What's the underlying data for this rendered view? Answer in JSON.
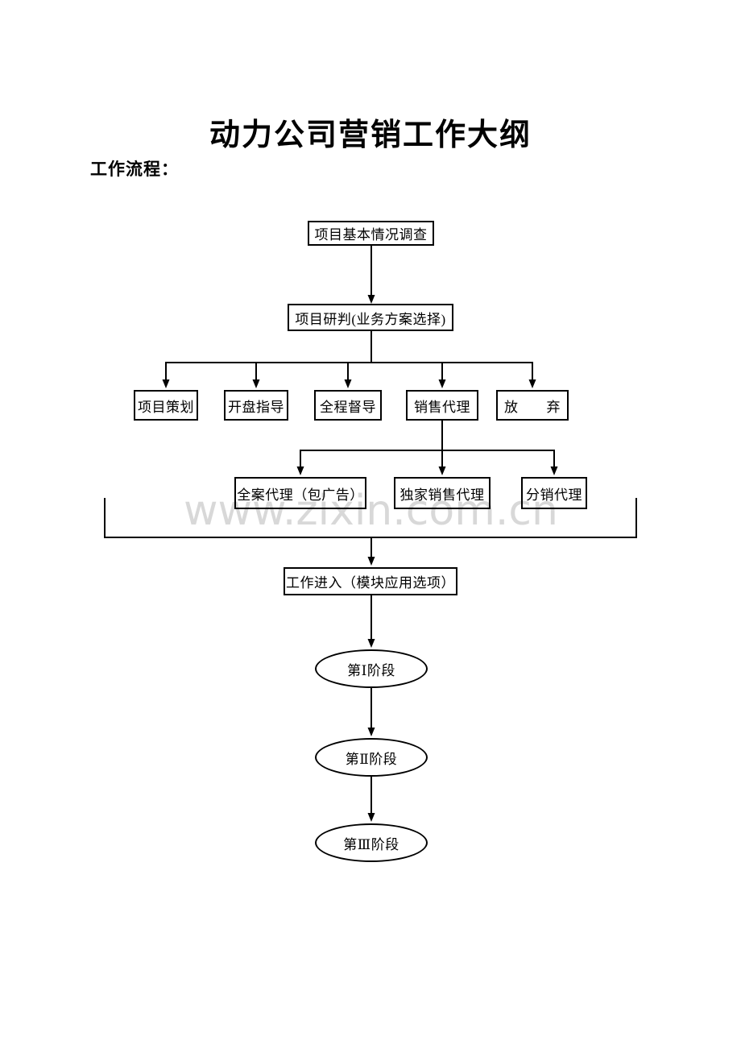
{
  "page": {
    "title": "动力公司营销工作大纲",
    "section_label": "工作流程："
  },
  "watermark": "www.zixin.com.cn",
  "flowchart": {
    "nodes": {
      "survey": "项目基本情况调查",
      "research": "项目研判(业务方案选择)",
      "planning": "项目策划",
      "opening_guidance": "开盘指导",
      "supervision": "全程督导",
      "sales_agency": "销售代理",
      "abandon": "放　　弃",
      "full_agency": "全案代理（包广告）",
      "exclusive_sales": "独家销售代理",
      "distribution_agency": "分销代理",
      "work_entry": "工作进入（模块应用选项）",
      "stage1": "第Ⅰ阶段",
      "stage2": "第Ⅱ阶段",
      "stage3": "第Ⅲ阶段"
    },
    "colors": {
      "line": "#000000",
      "text": "#000000",
      "watermark": "#d8d8d8",
      "background": "#ffffff"
    }
  }
}
